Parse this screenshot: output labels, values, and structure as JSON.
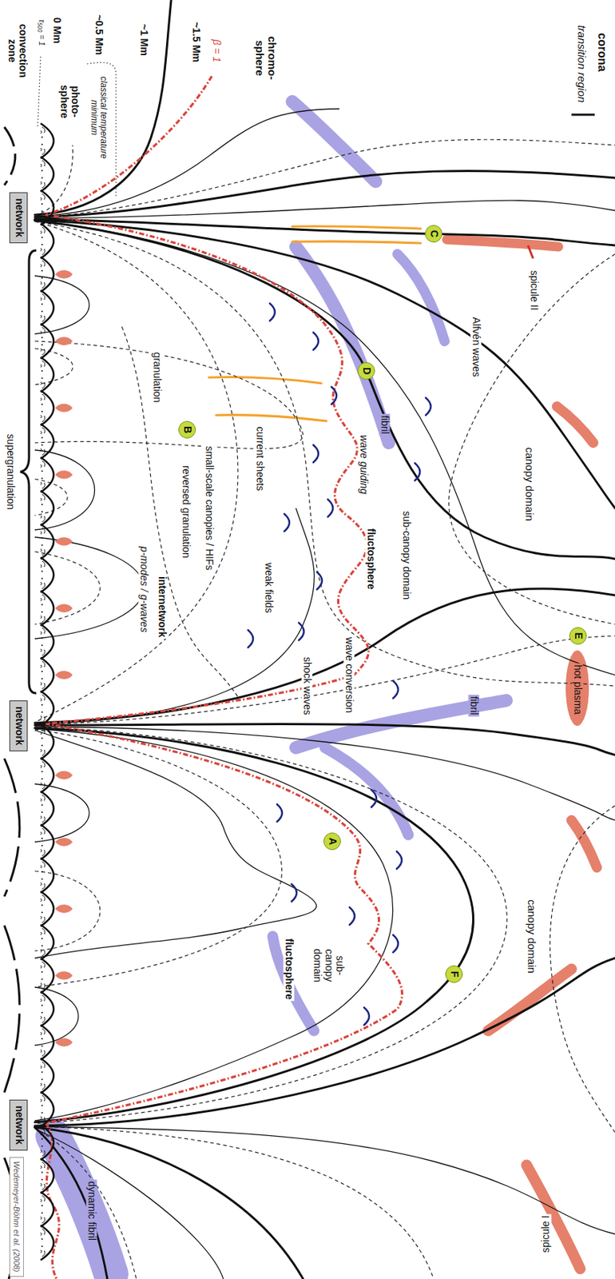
{
  "diagram": {
    "nodes": [
      {
        "text": [
          "network"
        ]
      },
      {
        "text": [
          "C"
        ]
      },
      {
        "text": [
          "D"
        ]
      },
      {
        "text": [
          "B"
        ]
      },
      {
        "text": [
          "E"
        ]
      },
      {
        "text": [
          "network"
        ]
      },
      {
        "text": [
          "A"
        ]
      },
      {
        "text": [
          "F"
        ]
      },
      {
        "text": [
          "network"
        ]
      },
      {
        "text": [
          "Wedemeyer-Böhm et al. (2008)"
        ]
      }
    ],
    "labels": [
      "corona",
      "transition region",
      "chromo- sphere",
      "~1.5 Mm",
      "β = 1",
      "~1 Mm",
      "~0.5 Mm",
      "classical temperature minimum",
      "photo- sphere",
      "0 Mm",
      "τ₅₀₀ = 1",
      "convection zone",
      "spicule II",
      "Alfvén waves",
      "canopy domain",
      "fibril",
      "wave guiding",
      "sub-canopy domain",
      "fluctosphere",
      "hot plasma",
      "fibril",
      "wave conversion",
      "shock waves",
      "current sheets",
      "small-scale canopies / HIFs",
      "reversed granulation",
      "granulation",
      "weak fields",
      "internetwork",
      "p-modes / g-waves",
      "supergranulation",
      "canopy domain",
      "sub- canopy domain",
      "fluctosphere",
      "dynamic fibril",
      "spicule I"
    ]
  }
}
